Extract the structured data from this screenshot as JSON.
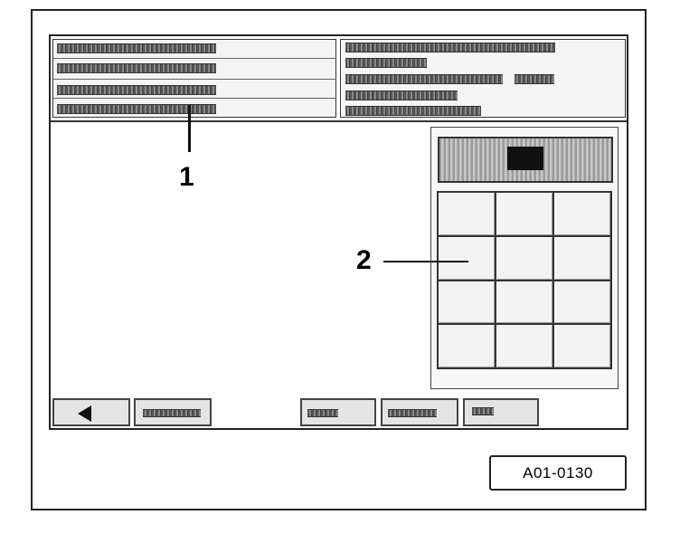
{
  "callouts": [
    {
      "label": "1",
      "target": "header-info-panel"
    },
    {
      "label": "2",
      "target": "numeric-keypad"
    }
  ],
  "keypad": {
    "rows": 4,
    "columns": 3
  },
  "figure_ref": "A01-0130",
  "icons": {
    "back": "left-arrow-icon"
  }
}
